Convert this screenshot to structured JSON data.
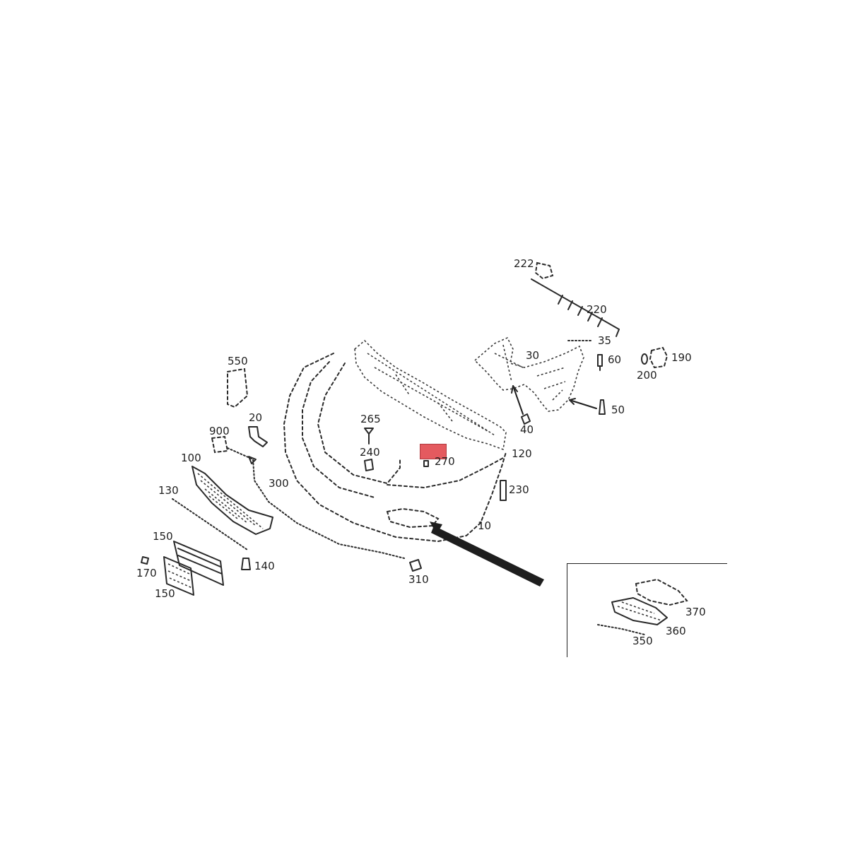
{
  "diagram": {
    "highlight_color": "#e45a5f",
    "parts": [
      {
        "id": "222",
        "label": "222"
      },
      {
        "id": "220",
        "label": "220"
      },
      {
        "id": "35",
        "label": "35"
      },
      {
        "id": "30",
        "label": "30"
      },
      {
        "id": "60",
        "label": "60"
      },
      {
        "id": "190",
        "label": "190"
      },
      {
        "id": "200",
        "label": "200"
      },
      {
        "id": "550",
        "label": "550"
      },
      {
        "id": "50",
        "label": "50"
      },
      {
        "id": "265",
        "label": "265"
      },
      {
        "id": "20",
        "label": "20"
      },
      {
        "id": "40",
        "label": "40"
      },
      {
        "id": "900",
        "label": "900"
      },
      {
        "id": "240",
        "label": "240"
      },
      {
        "id": "120",
        "label": "120"
      },
      {
        "id": "100",
        "label": "100"
      },
      {
        "id": "270",
        "label": "270"
      },
      {
        "id": "300",
        "label": "300"
      },
      {
        "id": "230",
        "label": "230"
      },
      {
        "id": "130",
        "label": "130"
      },
      {
        "id": "10",
        "label": "10"
      },
      {
        "id": "150a",
        "label": "150"
      },
      {
        "id": "140",
        "label": "140"
      },
      {
        "id": "170",
        "label": "170"
      },
      {
        "id": "310",
        "label": "310"
      },
      {
        "id": "150b",
        "label": "150"
      },
      {
        "id": "370",
        "label": "370"
      },
      {
        "id": "360",
        "label": "360"
      },
      {
        "id": "350",
        "label": "350"
      }
    ]
  }
}
